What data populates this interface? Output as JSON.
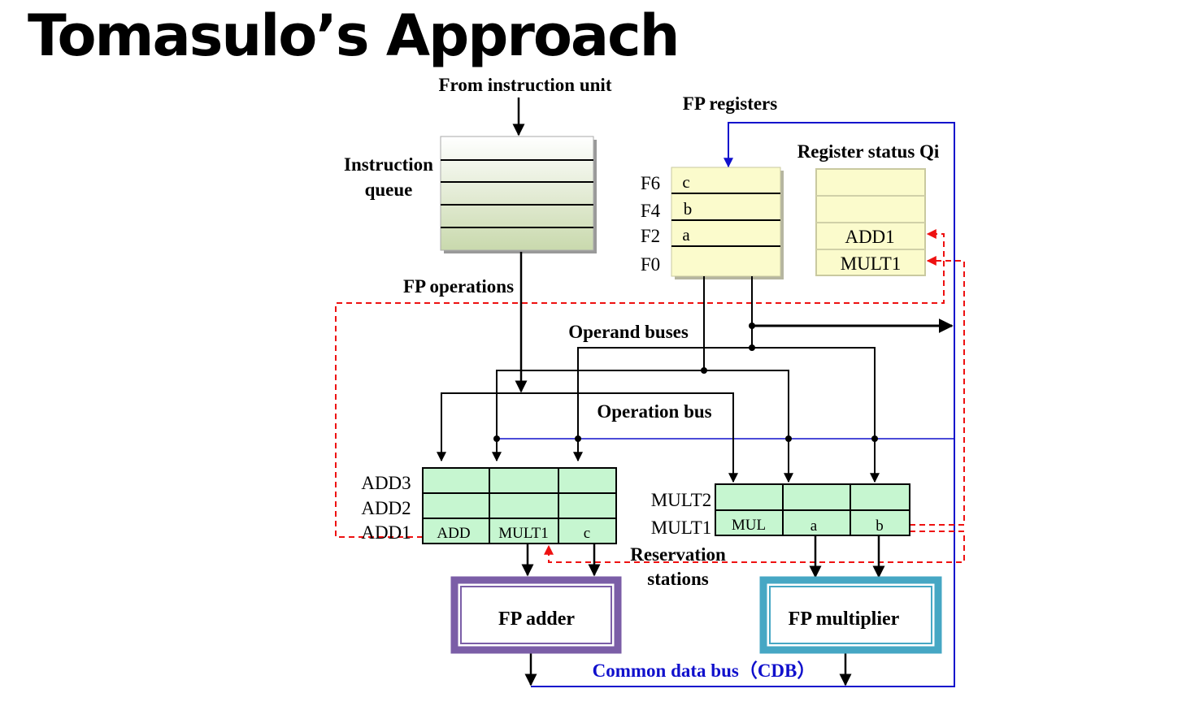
{
  "title": "Tomasulo’s Approach",
  "diagram": {
    "from_instruction_unit": "From instruction unit",
    "instruction_queue": {
      "line1": "Instruction",
      "line2": "queue"
    },
    "fp_registers": {
      "label": "FP registers",
      "rows": [
        {
          "name": "F6",
          "value": "c"
        },
        {
          "name": "F4",
          "value": "b"
        },
        {
          "name": "F2",
          "value": "a"
        },
        {
          "name": "F0",
          "value": ""
        }
      ]
    },
    "register_status": {
      "label": "Register status Qi",
      "rows": [
        "",
        "",
        "ADD1",
        "MULT1"
      ]
    },
    "fp_operations": "FP operations",
    "operand_buses": "Operand buses",
    "operation_bus": "Operation bus",
    "add_stations": {
      "rows": [
        {
          "name": "ADD3",
          "op": "",
          "src1": "",
          "src2": ""
        },
        {
          "name": "ADD2",
          "op": "",
          "src1": "",
          "src2": ""
        },
        {
          "name": "ADD1",
          "op": "ADD",
          "src1": "MULT1",
          "src2": "c"
        }
      ]
    },
    "mult_stations": {
      "rows": [
        {
          "name": "MULT2",
          "op": "",
          "src1": "",
          "src2": ""
        },
        {
          "name": "MULT1",
          "op": "MUL",
          "src1": "a",
          "src2": "b"
        }
      ]
    },
    "reservation_stations": {
      "line1": "Reservation",
      "line2": "stations"
    },
    "fp_adder": "FP adder",
    "fp_multiplier": "FP multiplier",
    "common_data_bus": "Common data bus（CDB）",
    "colors": {
      "queue_fill": "#dfe8cc",
      "register_fill": "#fbfbcc",
      "station_fill": "#c6f6d0",
      "adder_border": "#7b5ea7",
      "multiplier_border": "#46a7c4",
      "cdb_blue": "#1010cc",
      "dashed_red": "#ee1111"
    }
  }
}
